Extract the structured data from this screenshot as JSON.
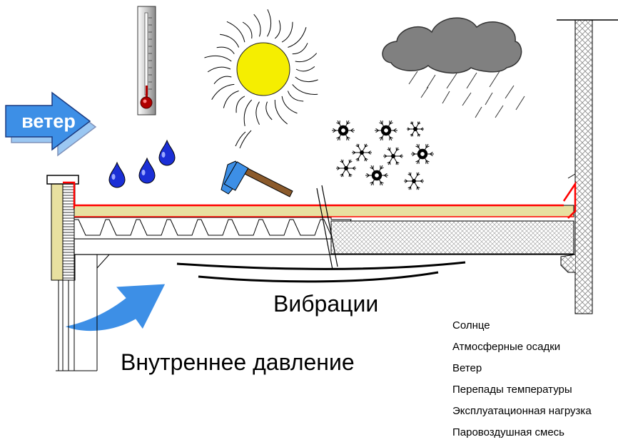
{
  "labels": {
    "wind": "ветер",
    "vibration": "Вибрации",
    "internal_pressure": "Внутреннее давление"
  },
  "legend": [
    "Солнце",
    "Атмосферные осадки",
    "Ветер",
    "Перепады температуры",
    "Эксплуатационная нагрузка",
    "Паровоздушная смесь"
  ],
  "colors": {
    "sun": "#f5ee00",
    "cloud": "#808080",
    "drops": "#1b2fd6",
    "arrows": "#3d8fe6",
    "membrane": "#ff0000",
    "insulation": "#e8e0a0",
    "hammer_head": "#3d8fe6",
    "hammer_handle": "#8b5a2b"
  },
  "icons": [
    "thermometer-icon",
    "sun-icon",
    "rain-cloud-icon",
    "snowflake-icon",
    "water-drop-icon",
    "hammer-icon",
    "wind-arrow-icon",
    "pressure-arrow-icon"
  ]
}
